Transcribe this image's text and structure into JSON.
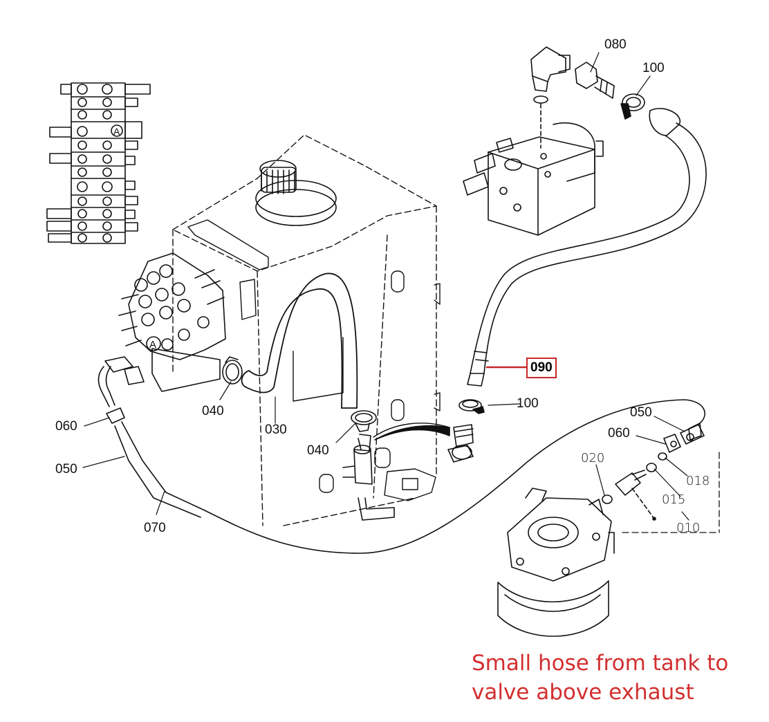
{
  "labels": {
    "p080": "080",
    "p100_top": "100",
    "p090": "090",
    "p100_mid": "100",
    "p040_left": "040",
    "p030": "030",
    "p040_mid": "040",
    "p060_left": "060",
    "p050_left": "050",
    "p070": "070",
    "p050_right": "050",
    "p060_right": "060",
    "p020": "020",
    "p018": "018",
    "p015": "015",
    "p010": "010"
  },
  "markers": {
    "circle_a": "A"
  },
  "caption": "Small hose from tank to valve above exhaust",
  "highlight_color": "#c62828",
  "caption_color": "#d32f2f"
}
